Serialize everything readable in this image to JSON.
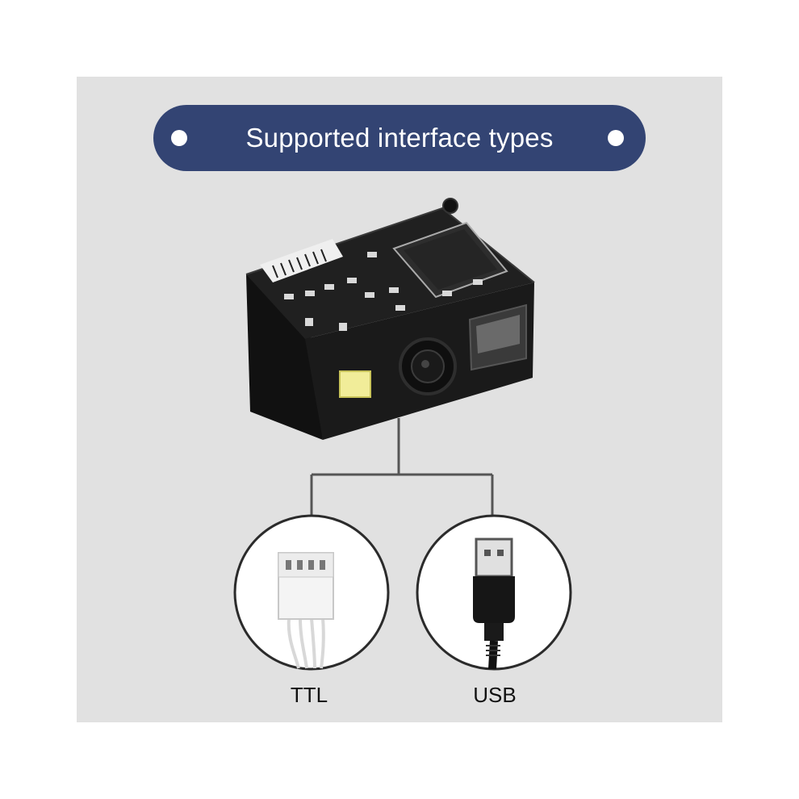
{
  "banner": {
    "title": "Supported interface types"
  },
  "interfaces": [
    {
      "label": "TTL",
      "icon": "ttl-connector-icon"
    },
    {
      "label": "USB",
      "icon": "usb-plug-icon"
    }
  ],
  "colors": {
    "background": "#e1e1e1",
    "banner": "#334473",
    "module": "#1c1c1c",
    "connector_lines": "#555555"
  }
}
